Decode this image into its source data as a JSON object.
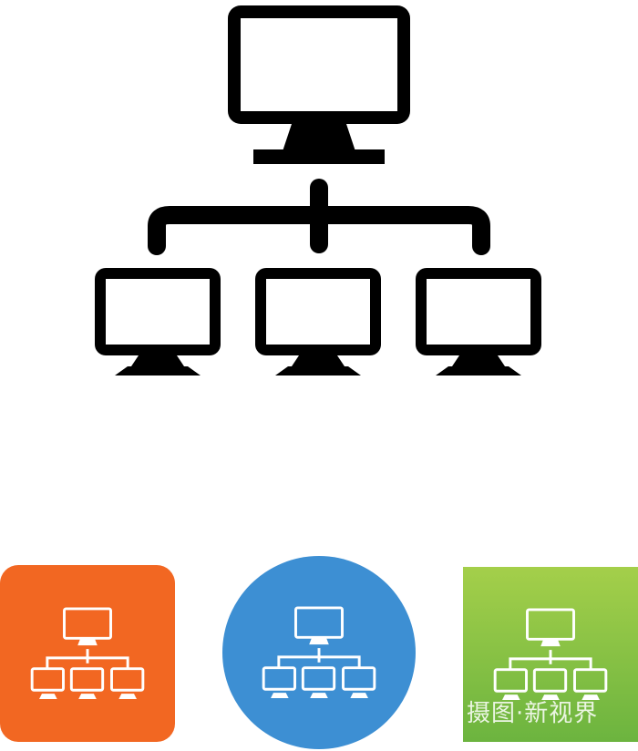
{
  "icon": {
    "name": "network-hierarchy-icon",
    "stroke_color": "#000000",
    "screen_fill": "#ffffff"
  },
  "variants": [
    {
      "shape": "rounded-square",
      "background": "#f26722",
      "icon_color": "#ffffff"
    },
    {
      "shape": "circle",
      "background": "#3d8fd3",
      "icon_color": "#ffffff"
    },
    {
      "shape": "square-gradient",
      "background": "#8cc63f",
      "icon_color": "#ffffff"
    }
  ],
  "watermark": {
    "text": "摄图·新视界",
    "color": "#ffffff"
  }
}
